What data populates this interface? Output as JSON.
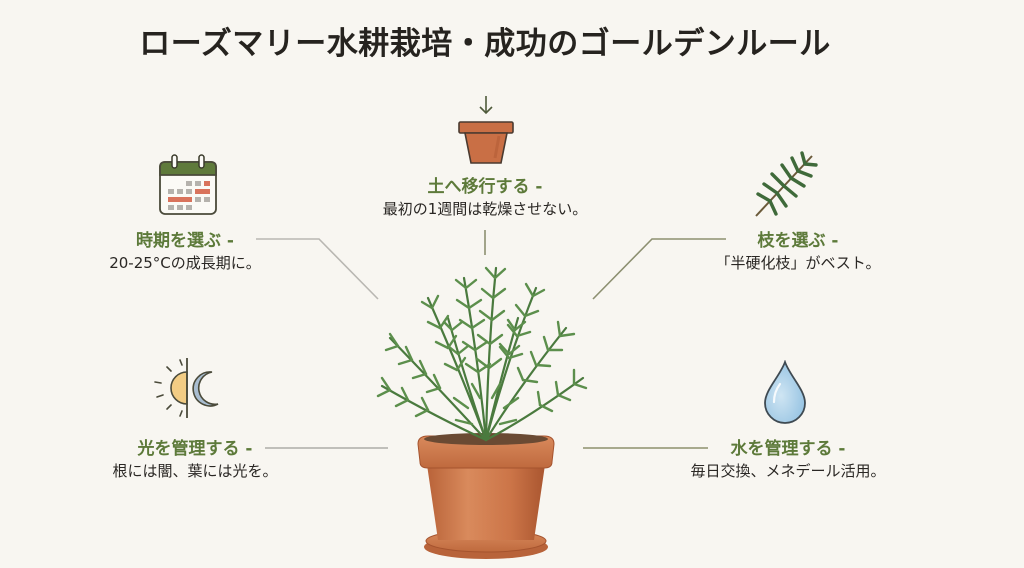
{
  "title": "ローズマリー水耕栽培・成功のゴールデンルール",
  "colors": {
    "background": "#f8f6f1",
    "heading_green": "#5d7a3a",
    "text_dark": "#2a2724",
    "connector_gray": "#b9b7b2",
    "connector_olive": "#8d9071",
    "terracotta": "#c96f45",
    "calendar_green": "#5f7a3b",
    "calendar_red": "#d9735c",
    "sun_yellow": "#f2cc84",
    "moon_blue": "#a9bdd0",
    "water_blue": "#9cc9e6"
  },
  "rules": [
    {
      "id": "soil",
      "icon": "pot-with-down-arrow-icon",
      "heading": "土へ移行する -",
      "description": "最初の1週間は乾燥させない。"
    },
    {
      "id": "timing",
      "icon": "calendar-icon",
      "heading": "時期を選ぶ -",
      "description": "20-25°Cの成長期に。"
    },
    {
      "id": "branch",
      "icon": "rosemary-sprig-icon",
      "heading": "枝を選ぶ -",
      "description": "「半硬化枝」がベスト。"
    },
    {
      "id": "light",
      "icon": "sun-moon-icon",
      "heading": "光を管理する -",
      "description": "根には闇、葉には光を。"
    },
    {
      "id": "water",
      "icon": "water-drop-icon",
      "heading": "水を管理する -",
      "description": "毎日交換、メネデール活用。"
    }
  ],
  "center_illustration": "potted-rosemary-plant"
}
